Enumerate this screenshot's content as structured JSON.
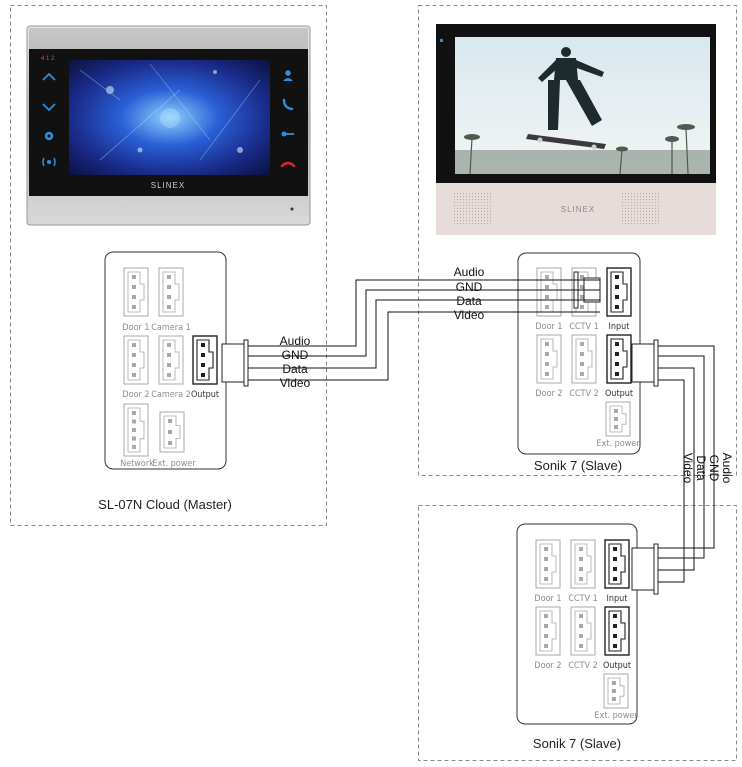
{
  "master": {
    "title": "SL-07N Cloud (Master)",
    "brand": "SLINEX",
    "status_text": "4 1 2",
    "connectors": {
      "door1": "Door 1",
      "camera1": "Camera 1",
      "door2": "Door 2",
      "camera2": "Camera 2",
      "output": "Output",
      "network": "Network",
      "ext_power": "Ext. power"
    },
    "left_icons": [
      "up-arrow-icon",
      "down-arrow-icon",
      "settings-icon",
      "intercom-icon"
    ],
    "right_icons": [
      "user-icon",
      "phone-answer-icon",
      "key-icon",
      "phone-hangup-icon"
    ]
  },
  "slave1": {
    "title": "Sonik 7 (Slave)",
    "brand": "SLINEX",
    "connectors": {
      "door1": "Door 1",
      "cctv1": "CCTV 1",
      "input": "Input",
      "door2": "Door 2",
      "cctv2": "CCTV 2",
      "output": "Output",
      "ext_power": "Ext. power"
    }
  },
  "slave2": {
    "title": "Sonik 7 (Slave)",
    "connectors": {
      "door1": "Door 1",
      "cctv1": "CCTV 1",
      "input": "Input",
      "door2": "Door 2",
      "cctv2": "CCTV 2",
      "output": "Output",
      "ext_power": "Ext. power"
    }
  },
  "wires": {
    "master_to_slave1": [
      "Audio",
      "GND",
      "Data",
      "Video"
    ],
    "slave1_to_slave2": [
      "Video",
      "Data",
      "GND",
      "Audio"
    ]
  },
  "colors": {
    "dashed_border": "#8a8a8a",
    "panel_silver": "#bdbdbd",
    "panel_black": "#111111",
    "button_blue": "#2b8fe0",
    "button_red": "#d7262b",
    "connector_gray": "#a9a9a9",
    "connector_dark": "#222222"
  }
}
